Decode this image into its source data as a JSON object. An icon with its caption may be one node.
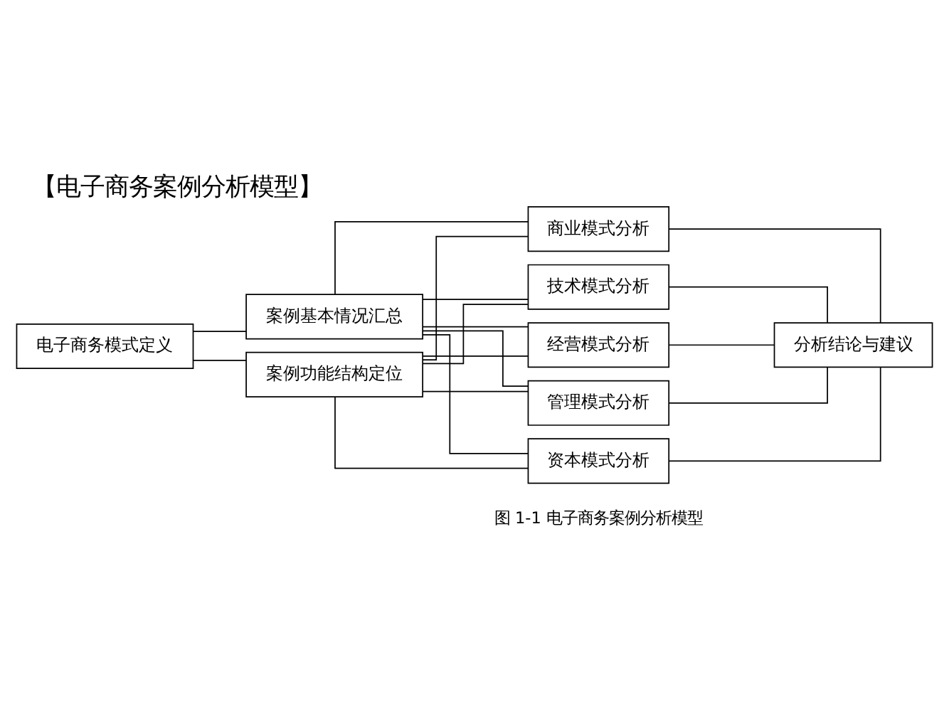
{
  "diagram": {
    "title": "【电子商务案例分析模型】",
    "caption": "图 1-1 电子商务案例分析模型",
    "nodes": [
      {
        "text": [
          "电子商务模式定义"
        ]
      },
      {
        "text": [
          "案例基本情况汇总"
        ]
      },
      {
        "text": [
          "案例功能结构定位"
        ]
      },
      {
        "text": [
          "商业模式分析"
        ]
      },
      {
        "text": [
          "技术模式分析"
        ]
      },
      {
        "text": [
          "经营模式分析"
        ]
      },
      {
        "text": [
          "管理模式分析"
        ]
      },
      {
        "text": [
          "资本模式分析"
        ]
      },
      {
        "text": [
          "分析结论与建议"
        ]
      }
    ],
    "edges": [
      {
        "from": 0,
        "to": 1,
        "arrow": "none"
      },
      {
        "from": 0,
        "to": 2,
        "arrow": "none"
      },
      {
        "from": 1,
        "to": 3,
        "arrow": "none"
      },
      {
        "from": 1,
        "to": 4,
        "arrow": "none"
      },
      {
        "from": 1,
        "to": 5,
        "arrow": "none"
      },
      {
        "from": 1,
        "to": 6,
        "arrow": "none"
      },
      {
        "from": 1,
        "to": 7,
        "arrow": "none"
      },
      {
        "from": 2,
        "to": 3,
        "arrow": "none"
      },
      {
        "from": 2,
        "to": 4,
        "arrow": "none"
      },
      {
        "from": 2,
        "to": 5,
        "arrow": "none"
      },
      {
        "from": 2,
        "to": 6,
        "arrow": "none"
      },
      {
        "from": 2,
        "to": 7,
        "arrow": "none"
      },
      {
        "from": 3,
        "to": 8,
        "arrow": "none"
      },
      {
        "from": 4,
        "to": 8,
        "arrow": "none"
      },
      {
        "from": 5,
        "to": 8,
        "arrow": "none"
      },
      {
        "from": 6,
        "to": 8,
        "arrow": "none"
      },
      {
        "from": 7,
        "to": 8,
        "arrow": "none"
      }
    ]
  }
}
